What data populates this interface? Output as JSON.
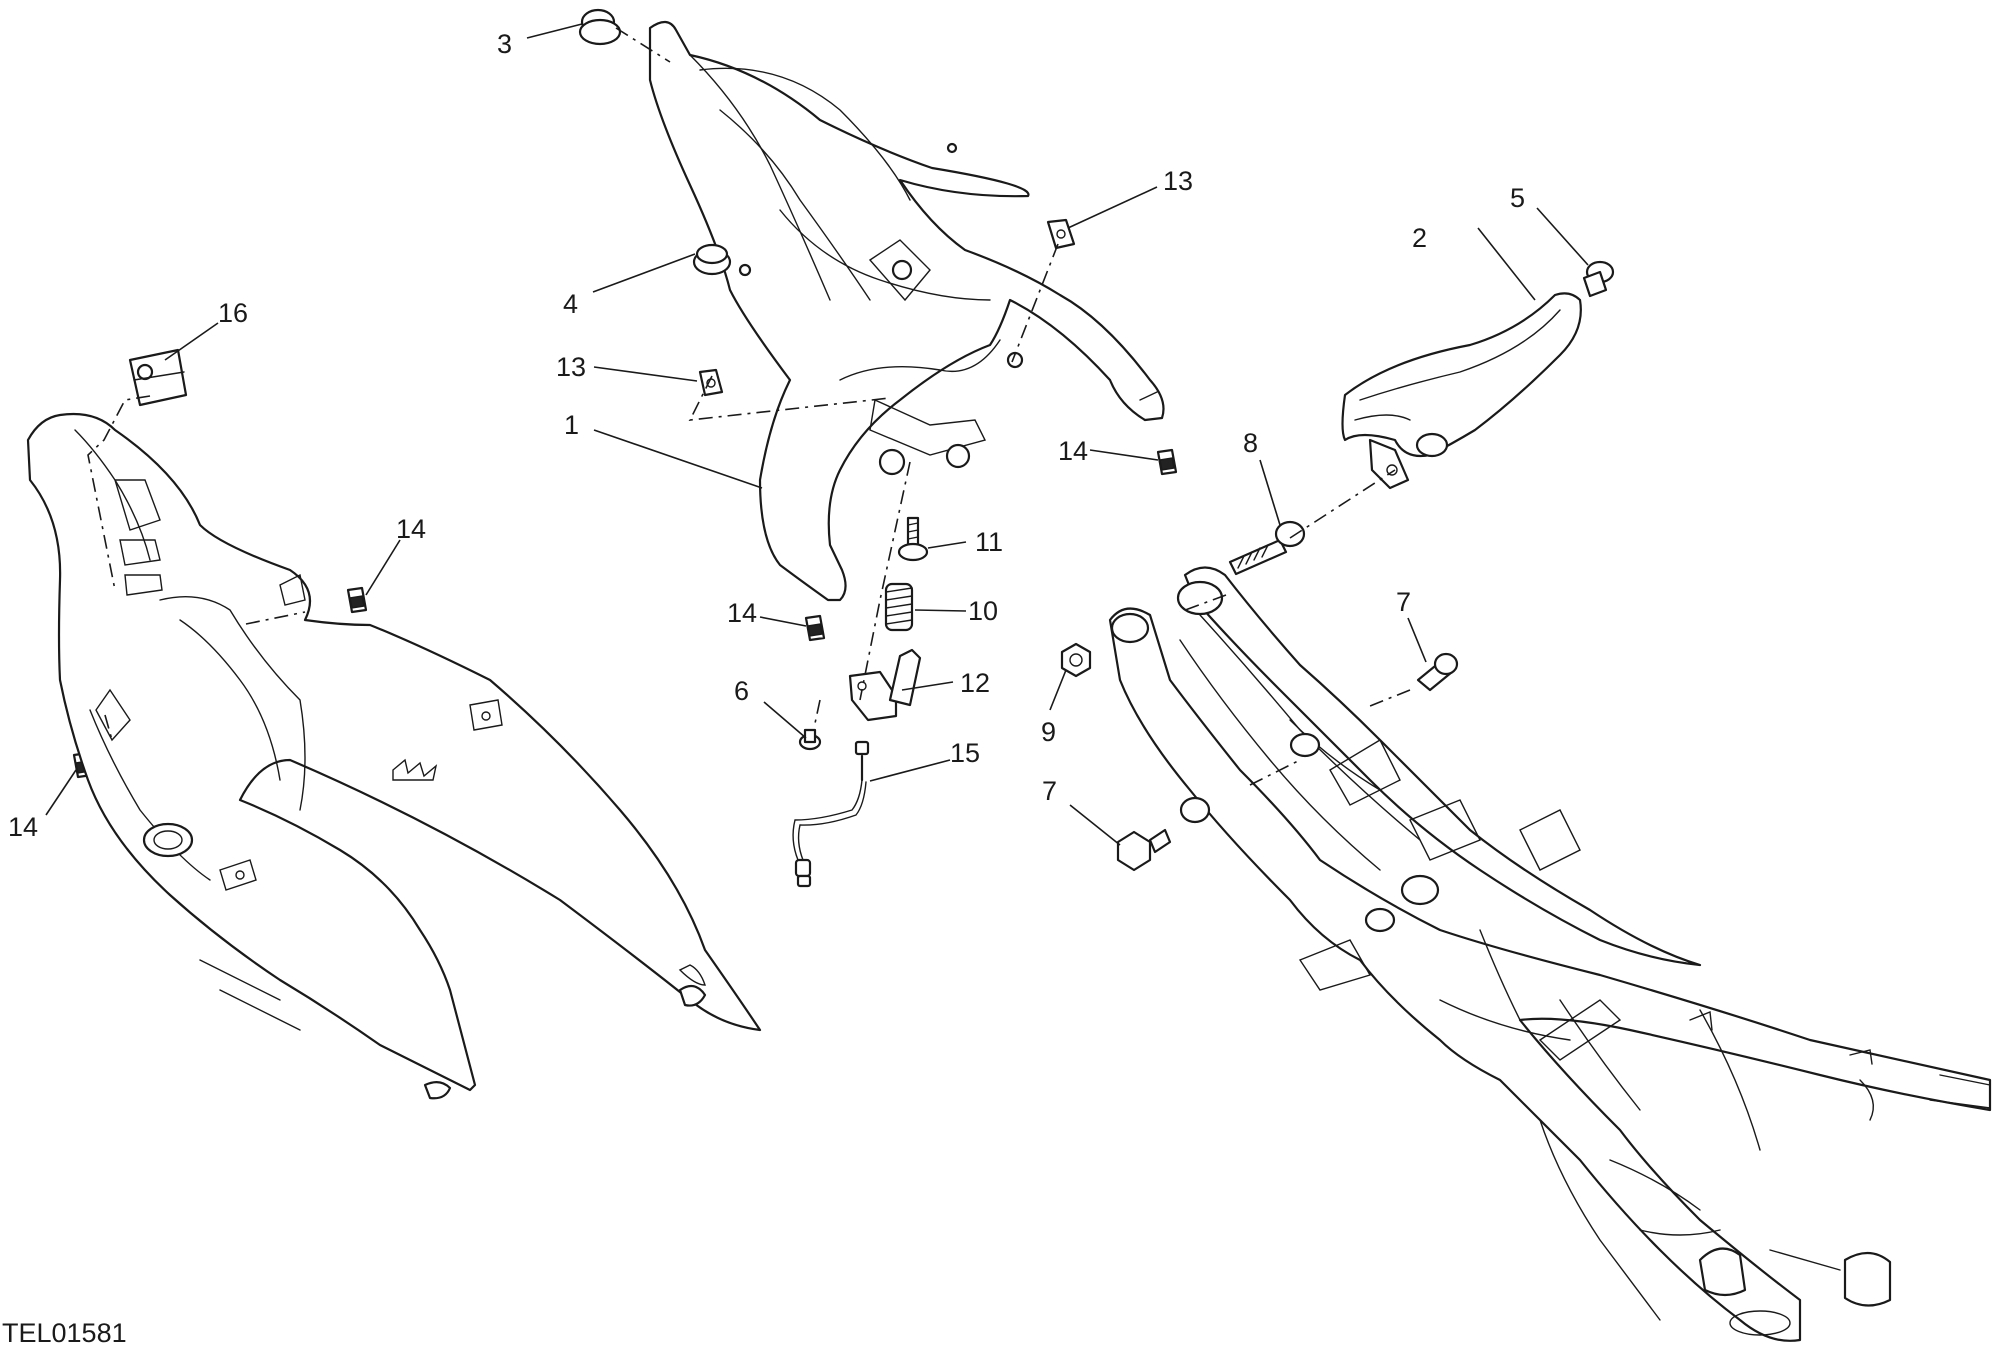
{
  "drawing_code": "TEL01581",
  "callouts": [
    {
      "id": "c1",
      "label": "1"
    },
    {
      "id": "c2",
      "label": "2"
    },
    {
      "id": "c3",
      "label": "3"
    },
    {
      "id": "c4",
      "label": "4"
    },
    {
      "id": "c5",
      "label": "5"
    },
    {
      "id": "c6",
      "label": "6"
    },
    {
      "id": "c7a",
      "label": "7"
    },
    {
      "id": "c7b",
      "label": "7"
    },
    {
      "id": "c8",
      "label": "8"
    },
    {
      "id": "c9",
      "label": "9"
    },
    {
      "id": "c10",
      "label": "10"
    },
    {
      "id": "c11",
      "label": "11"
    },
    {
      "id": "c12",
      "label": "12"
    },
    {
      "id": "c13a",
      "label": "13"
    },
    {
      "id": "c13b",
      "label": "13"
    },
    {
      "id": "c14a",
      "label": "14"
    },
    {
      "id": "c14b",
      "label": "14"
    },
    {
      "id": "c14c",
      "label": "14"
    },
    {
      "id": "c14d",
      "label": "14"
    },
    {
      "id": "c15",
      "label": "15"
    },
    {
      "id": "c16",
      "label": "16"
    }
  ],
  "colors": {
    "line": "#1a1a1a",
    "background": "#ffffff"
  }
}
